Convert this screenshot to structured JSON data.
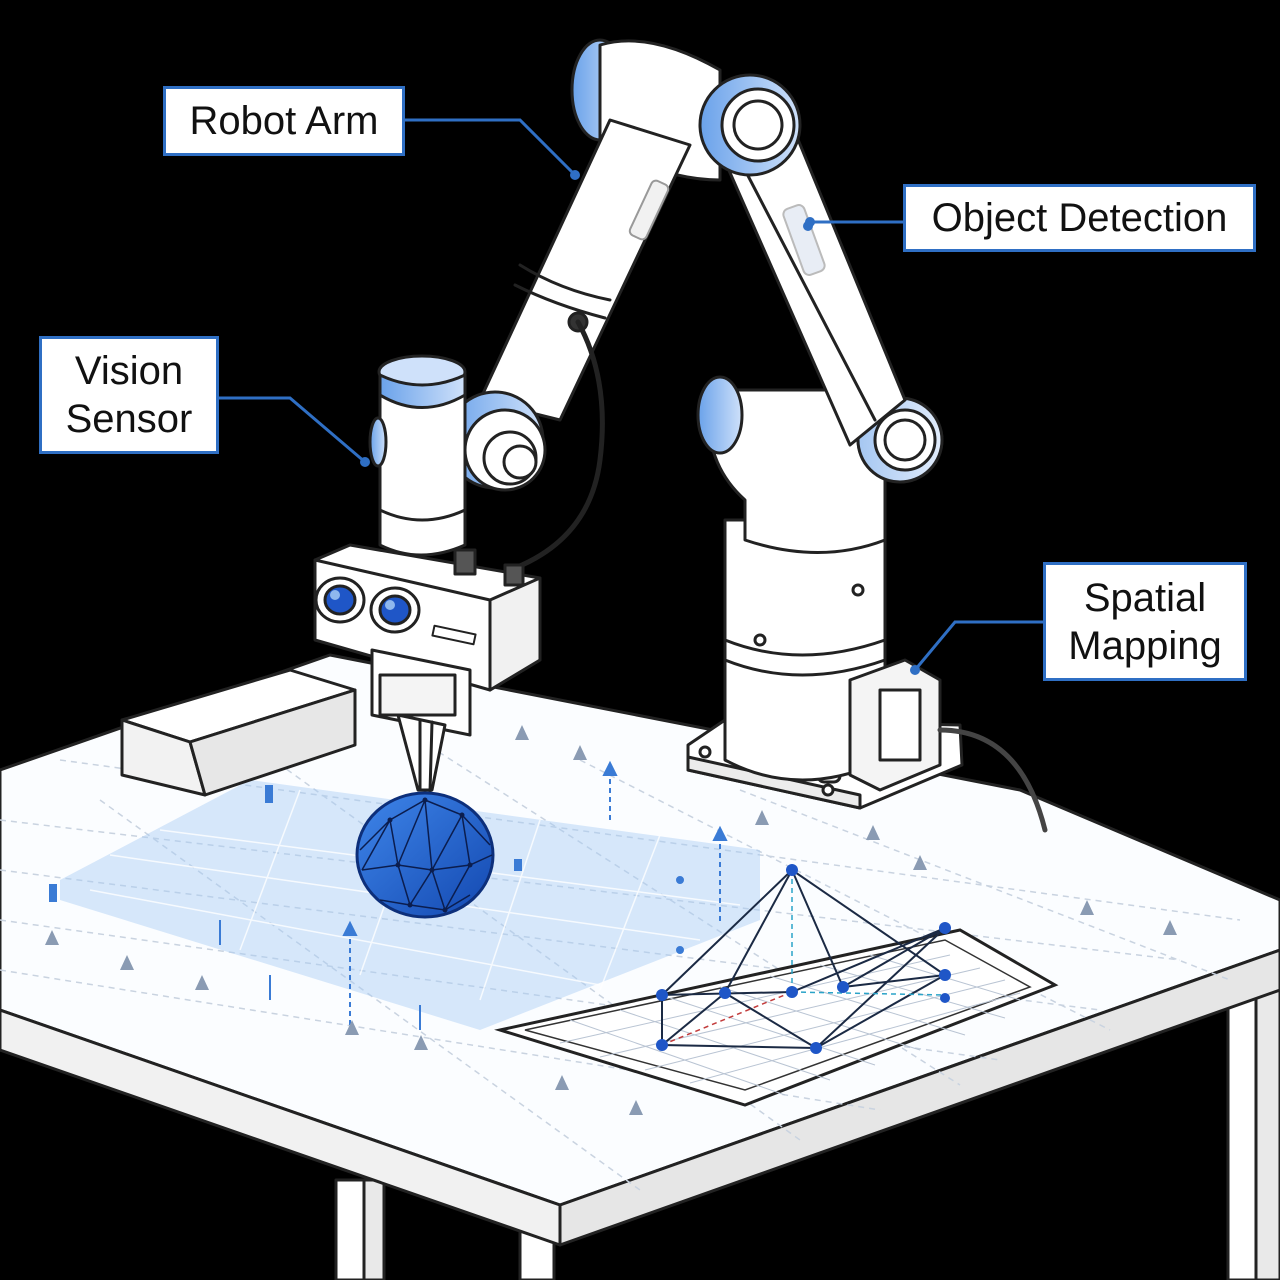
{
  "callouts": {
    "robot_arm": {
      "lines": [
        "Robot Arm"
      ]
    },
    "object_detection": {
      "lines": [
        "Object Detection"
      ]
    },
    "vision_sensor": {
      "lines": [
        "Vision",
        "Sensor"
      ]
    },
    "spatial_mapping": {
      "lines": [
        "Spatial",
        "Mapping"
      ]
    }
  },
  "colors": {
    "background": "#000000",
    "accent": "#2f6fc4",
    "accent_light": "#8fb8ee",
    "object_blue": "#1f63d1",
    "table_white": "#ffffff",
    "line": "#222222"
  },
  "icons": [
    "robot-arm-icon",
    "camera-lens-icon",
    "polyhedron-sphere-icon",
    "grid-icon"
  ]
}
